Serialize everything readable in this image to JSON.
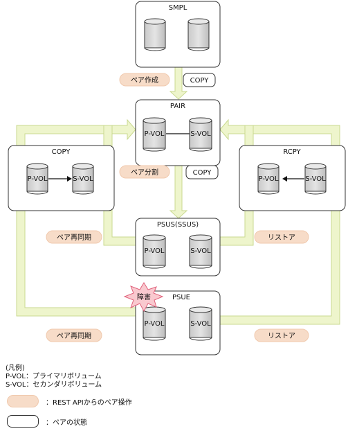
{
  "states": {
    "smpl": "SMPL",
    "pair": "PAIR",
    "copy": "COPY",
    "rcpy": "RCPY",
    "psus": "PSUS(SSUS)",
    "psue": "PSUE"
  },
  "volumes": {
    "pvol": "P-VOL",
    "svol": "S-VOL"
  },
  "operations": {
    "create": "ペア作成",
    "split": "ペア分割",
    "resync_upper": "ペア再同期",
    "resync_lower": "ペア再同期",
    "restore_upper": "リストア",
    "restore_lower": "リストア"
  },
  "transition_states": {
    "copy_after_create": "COPY",
    "copy_after_split": "COPY"
  },
  "failure_label": "障害",
  "legend": {
    "title": "(凡例)",
    "pvol": "P-VOL：プライマリボリューム",
    "svol": "S-VOL：セカンダリボリューム",
    "operation": "：REST APIからのペア操作",
    "state": "：ペアの状態"
  },
  "colors": {
    "arrow_fill": "#eef5cc",
    "arrow_stroke": "#c9d98f",
    "operation_pill": "#f7dcc8",
    "failure_burst": "#f9c9cf",
    "failure_stroke": "#e0607a",
    "cylinder_fill": "#d8d8d8"
  }
}
